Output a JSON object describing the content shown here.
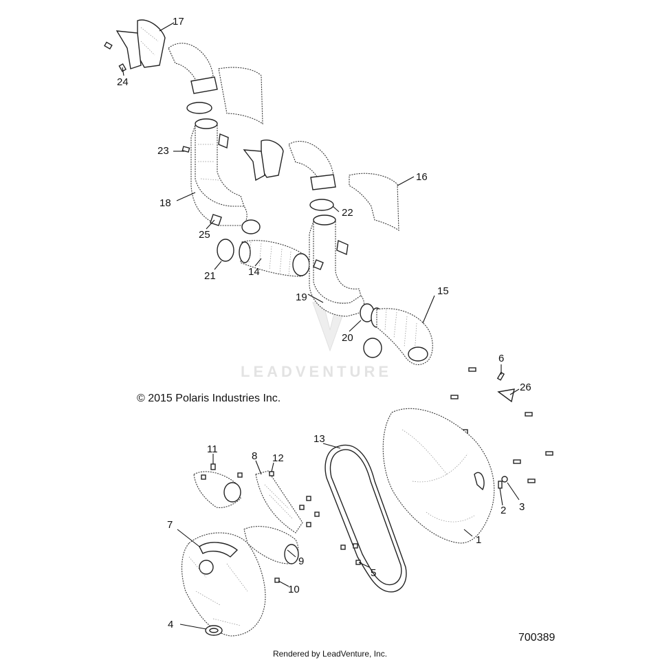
{
  "watermark": {
    "text": "LEADVENTURE"
  },
  "copyright": "© 2015 Polaris Industries Inc.",
  "diagram_number": "700389",
  "footer": "Rendered by LeadVenture, Inc.",
  "callouts": [
    "1",
    "2",
    "3",
    "4",
    "5",
    "6",
    "7",
    "8",
    "9",
    "10",
    "11",
    "12",
    "13",
    "14",
    "15",
    "16",
    "17",
    "18",
    "19",
    "20",
    "21",
    "22",
    "23",
    "24",
    "25",
    "26"
  ]
}
